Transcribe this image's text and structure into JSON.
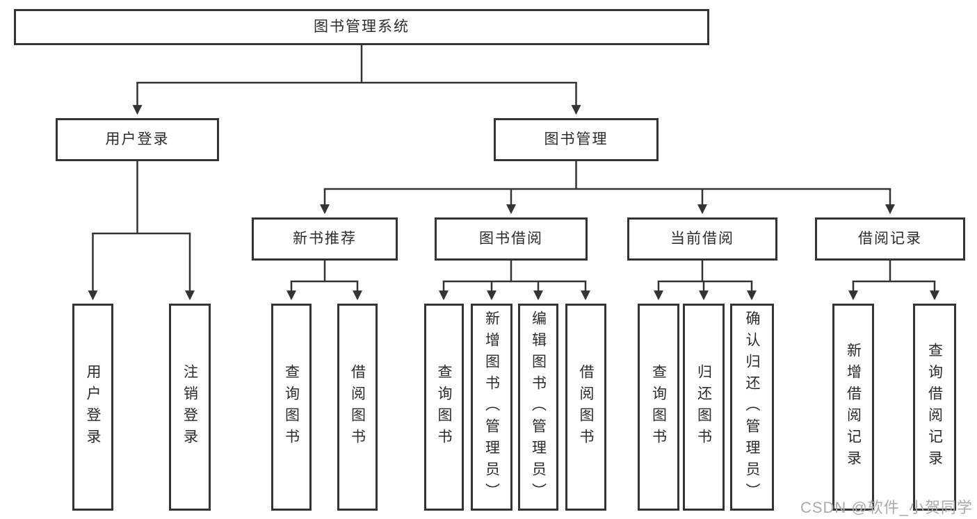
{
  "diagram": {
    "type": "tree",
    "colors": {
      "line": "#333333",
      "box_border": "#333333",
      "text": "#2b2b2b",
      "background": "#ffffff",
      "watermark": "#aaaaaa"
    },
    "tree": {
      "root": {
        "label": "图书管理系统",
        "children": [
          {
            "label": "用户登录",
            "children": [
              {
                "label": "用户登录"
              },
              {
                "label": "注销登录"
              }
            ]
          },
          {
            "label": "图书管理",
            "children": [
              {
                "label": "新书推荐",
                "children": [
                  {
                    "label": "查询图书"
                  },
                  {
                    "label": "借阅图书"
                  }
                ]
              },
              {
                "label": "图书借阅",
                "children": [
                  {
                    "label": "查询图书"
                  },
                  {
                    "label": "新增图书（管理员）"
                  },
                  {
                    "label": "编辑图书（管理员）"
                  },
                  {
                    "label": "借阅图书"
                  }
                ]
              },
              {
                "label": "当前借阅",
                "children": [
                  {
                    "label": "查询图书"
                  },
                  {
                    "label": "归还图书"
                  },
                  {
                    "label": "确认归还（管理员）"
                  }
                ]
              },
              {
                "label": "借阅记录",
                "children": [
                  {
                    "label": "新增借阅记录"
                  },
                  {
                    "label": "查询借阅记录"
                  }
                ]
              }
            ]
          }
        ]
      }
    }
  },
  "watermark": {
    "text": "CSDN @软件_小贺同学"
  }
}
